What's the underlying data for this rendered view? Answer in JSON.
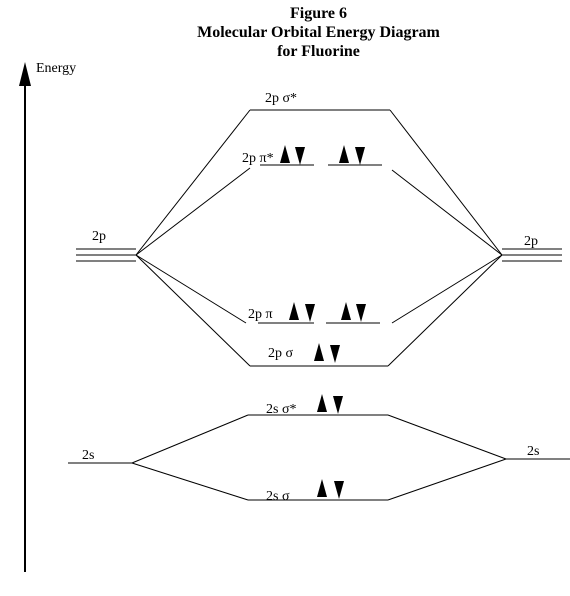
{
  "title": {
    "line1": "Figure 6",
    "line2": "Molecular Orbital Energy Diagram",
    "line3": "for Fluorine"
  },
  "axis_label": "Energy",
  "left_atom": {
    "p_label": "2p",
    "s_label": "2s"
  },
  "right_atom": {
    "p_label": "2p",
    "s_label": "2s"
  },
  "molecular_orbitals": [
    {
      "id": "2p-sigma-star",
      "label": "2p σ*",
      "electrons": 0
    },
    {
      "id": "2p-pi-star",
      "label": "2p π*",
      "electrons": 4,
      "degenerate": 2
    },
    {
      "id": "2p-pi",
      "label": "2p π",
      "electrons": 4,
      "degenerate": 2
    },
    {
      "id": "2p-sigma",
      "label": "2p σ",
      "electrons": 2
    },
    {
      "id": "2s-sigma-star",
      "label": "2s σ*",
      "electrons": 2
    },
    {
      "id": "2s-sigma",
      "label": "2s σ",
      "electrons": 2
    }
  ]
}
